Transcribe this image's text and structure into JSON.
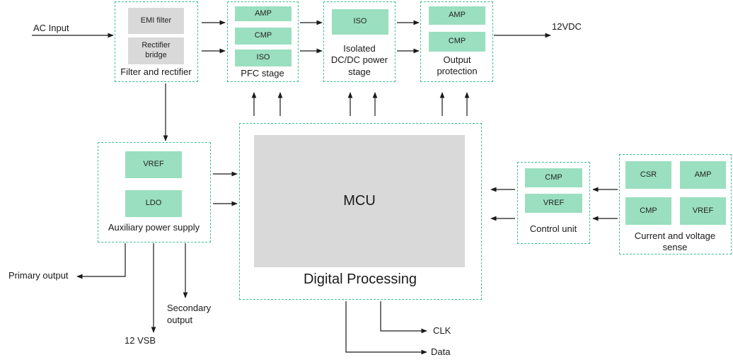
{
  "diagram": {
    "inputs": {
      "ac_input": "AC Input"
    },
    "outputs": {
      "dc_out": "12VDC",
      "primary_output": "Primary output",
      "vsb": "12 VSB",
      "secondary_output": "Secondary output",
      "clk": "CLK",
      "data": "Data"
    },
    "filter_rectifier": {
      "label": "Filter and rectifier",
      "emi": "EMI filter",
      "rectifier": "Rectifier bridge"
    },
    "pfc": {
      "label": "PFC stage",
      "amp": "AMP",
      "cmp": "CMP",
      "iso": "ISO"
    },
    "dcdc": {
      "label": "Isolated DC/DC power stage",
      "iso": "ISO"
    },
    "output_protection": {
      "label": "Output protection",
      "amp": "AMP",
      "cmp": "CMP"
    },
    "aux": {
      "label": "Auxiliary power supply",
      "vref": "VREF",
      "ldo": "LDO"
    },
    "digital": {
      "label": "Digital Processing",
      "mcu": "MCU"
    },
    "control": {
      "label": "Control unit",
      "cmp": "CMP",
      "vref": "VREF"
    },
    "sense": {
      "label": "Current and voltage sense",
      "csr": "CSR",
      "amp": "AMP",
      "cmp": "CMP",
      "vref": "VREF"
    }
  },
  "colors": {
    "border": "#3fc28e",
    "chip_green": "#9adfbf",
    "chip_gray": "#d9d9d9",
    "line": "#1a1a1a"
  }
}
